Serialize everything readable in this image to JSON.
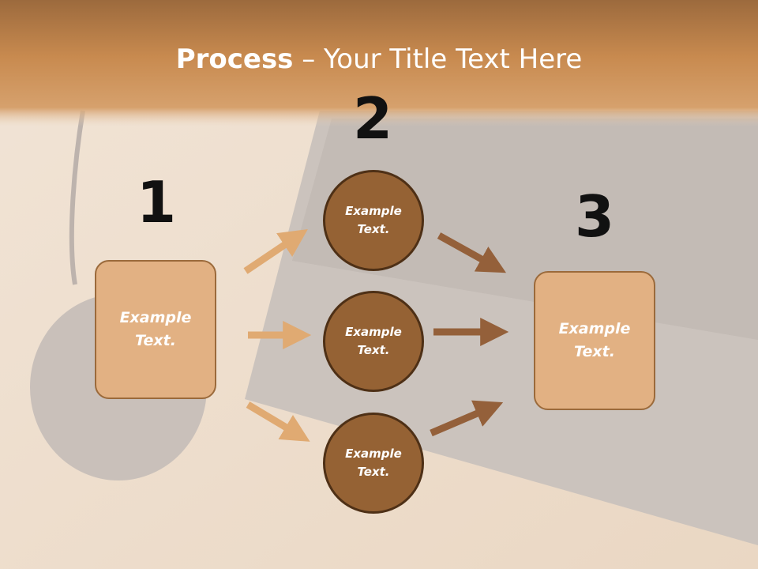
{
  "slide": {
    "title_bold": "Process",
    "title_rest": " – Your Title Text Here",
    "steps": [
      {
        "number": "1",
        "label": "Example Text."
      },
      {
        "number": "2"
      },
      {
        "number": "3",
        "label": "Example Text."
      }
    ],
    "circles": [
      {
        "label": "Example Text."
      },
      {
        "label": "Example Text."
      },
      {
        "label": "Example Text."
      }
    ]
  },
  "colors": {
    "header": "#c88a4f",
    "box_fill": "#e2b183",
    "circle_fill": "#956234",
    "arrow_light": "#e0aa72",
    "arrow_dark": "#94603a"
  }
}
